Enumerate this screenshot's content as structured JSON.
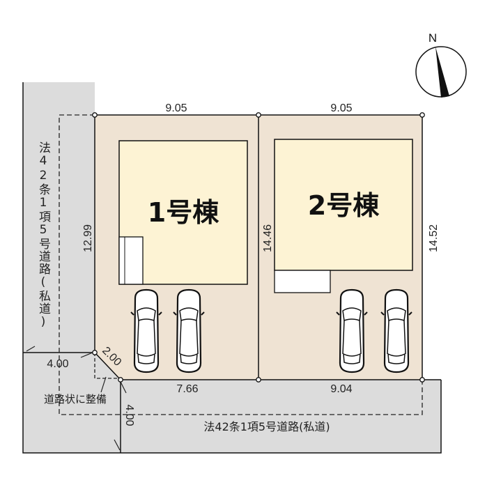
{
  "compass": {
    "label": "N"
  },
  "lots": [
    {
      "label": "1号棟",
      "frontage": "9.05",
      "depth": "12.99",
      "road_frontage": "7.66"
    },
    {
      "label": "2号棟",
      "frontage": "9.05",
      "depth_left": "14.46",
      "depth_right": "14.52",
      "road_frontage": "9.04"
    }
  ],
  "roads": {
    "west_label": "法42条1項5号道路(私道)",
    "south_label": "法42条1項5号道路(私道)",
    "west_width": "4.00",
    "south_width": "4.00",
    "corner_cut": "2.00",
    "corner_note": "道路状に整備"
  },
  "colors": {
    "road": "#dcdcdc",
    "lot": "#efe3d3",
    "house": "#fdf3d4"
  }
}
